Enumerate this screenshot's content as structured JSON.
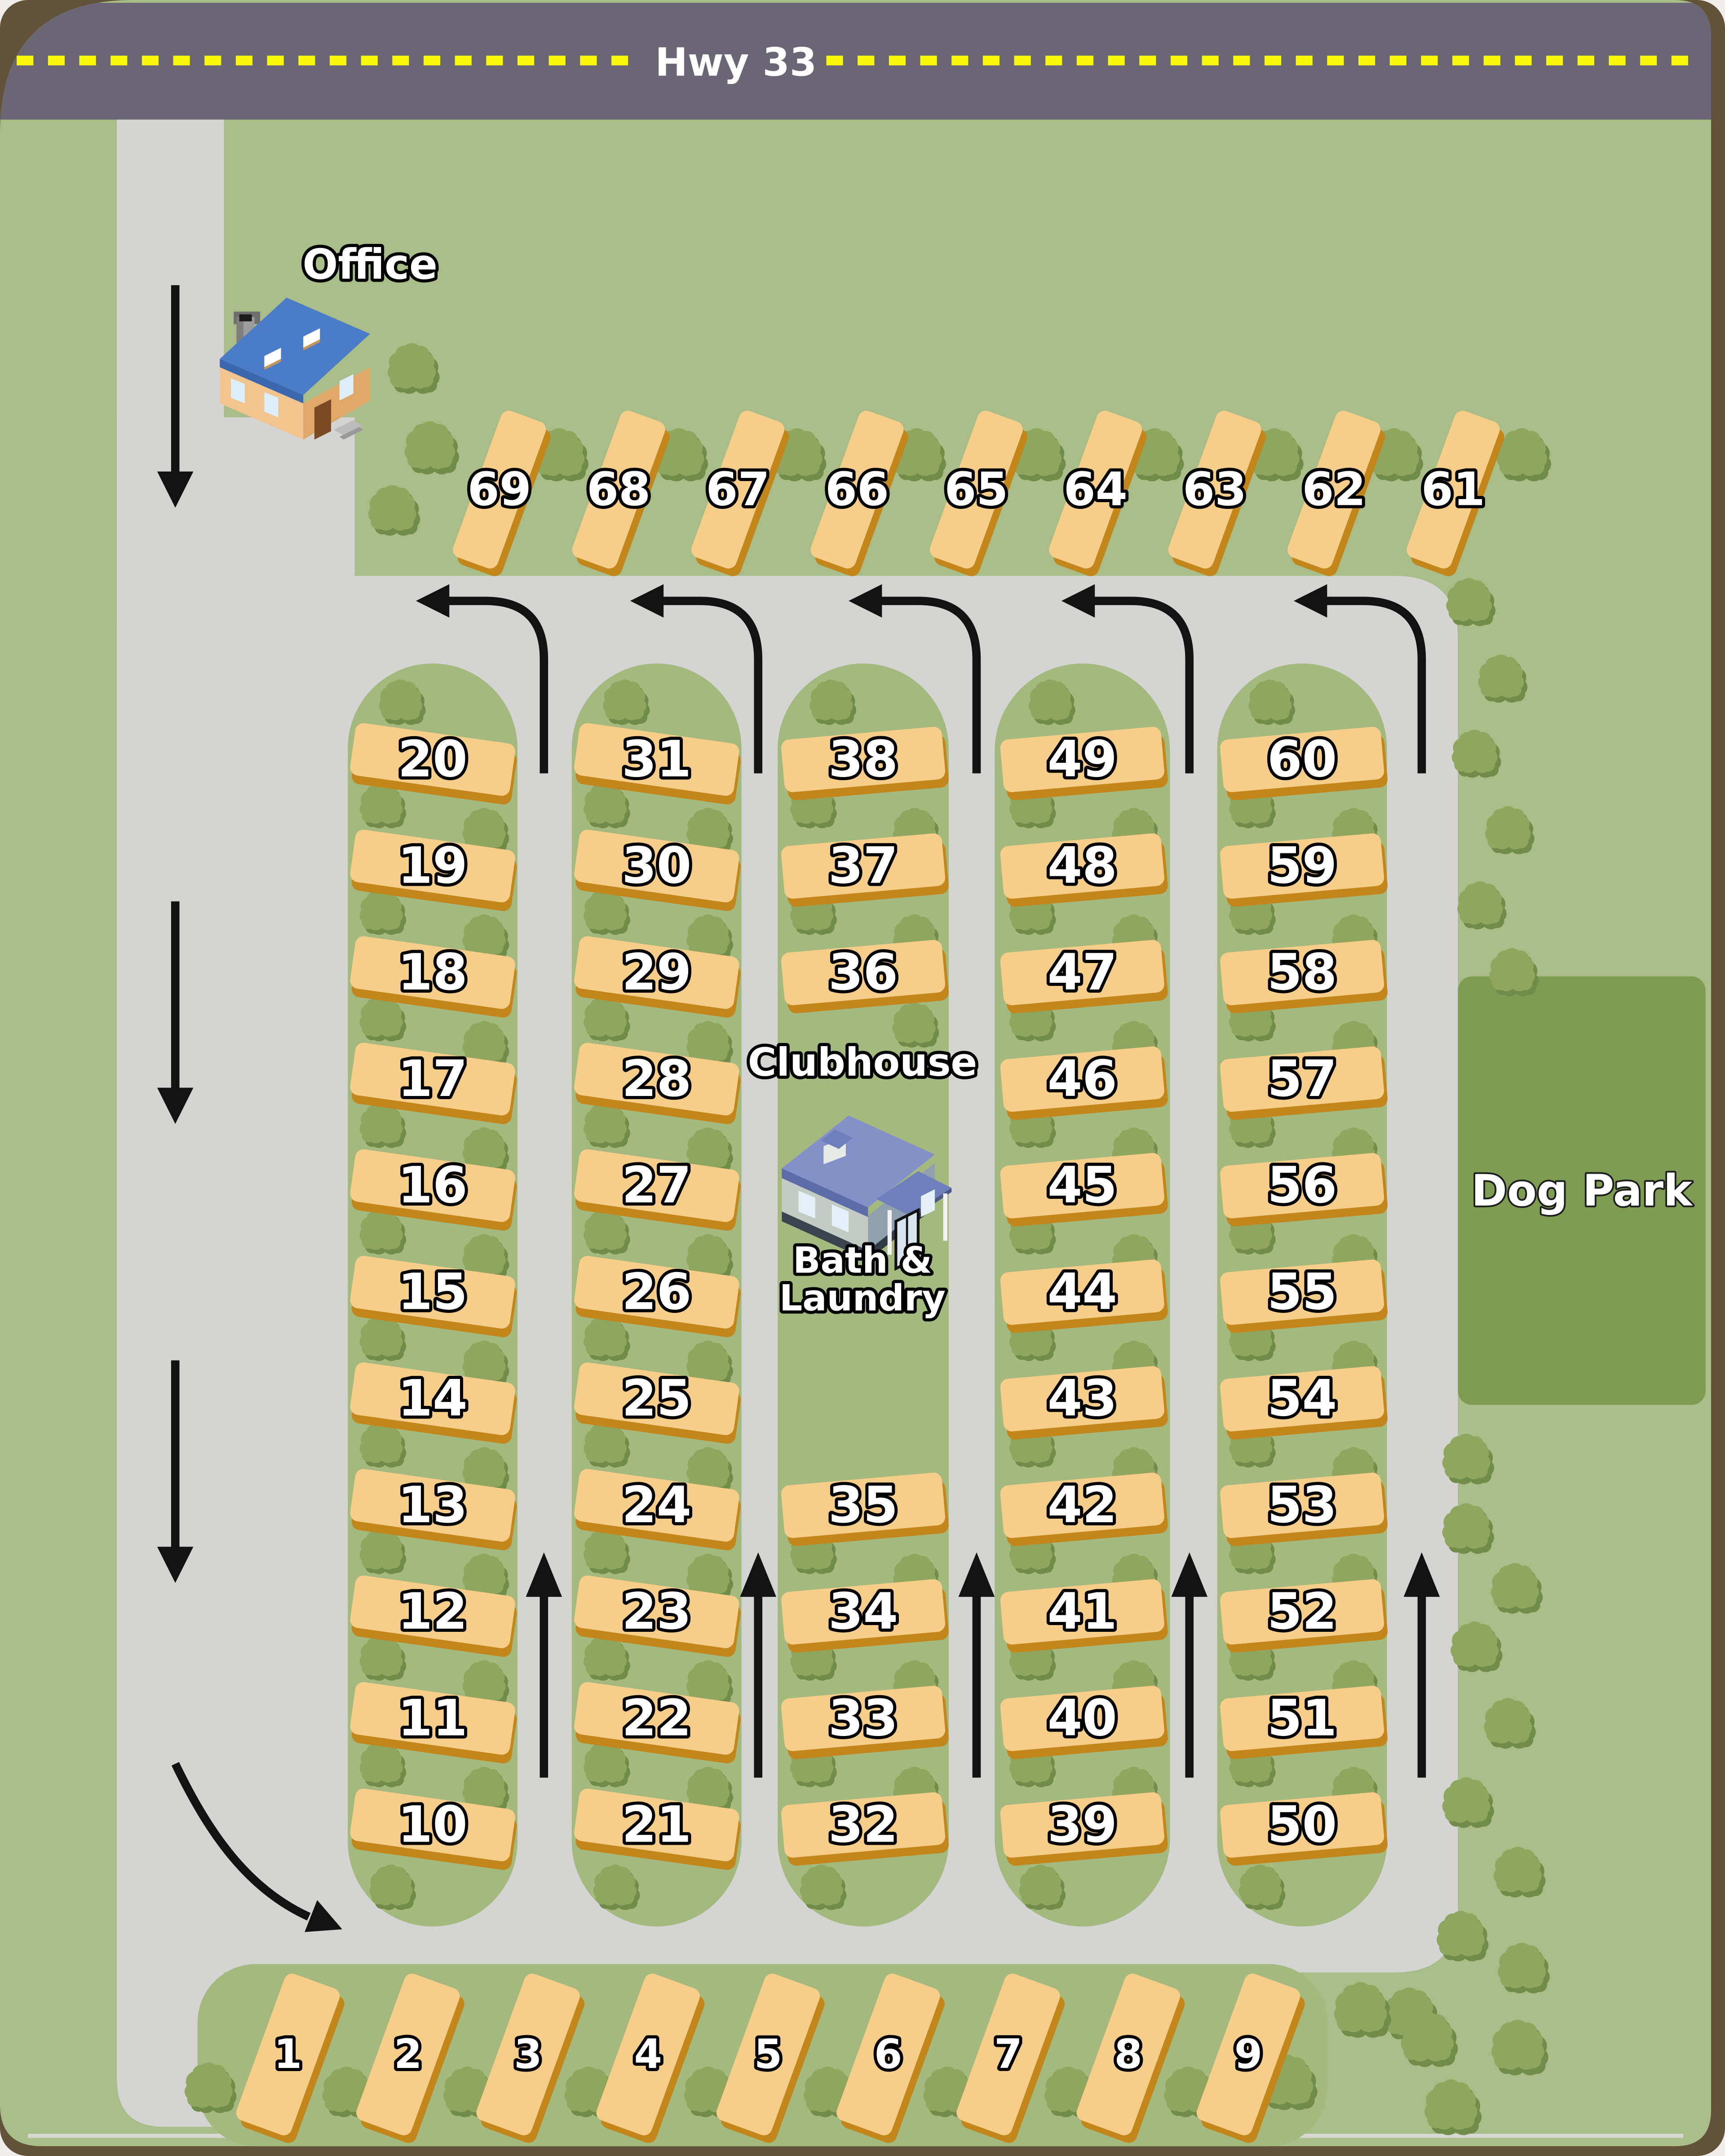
{
  "highway": {
    "label": "Hwy 33"
  },
  "office": {
    "label": "Office"
  },
  "clubhouse": {
    "label": "Clubhouse",
    "amenities_line1": "Bath &",
    "amenities_line2": "Laundry"
  },
  "dog_park": {
    "label": "Dog Park"
  },
  "sites": {
    "top_row": [
      "69",
      "68",
      "67",
      "66",
      "65",
      "64",
      "63",
      "62",
      "61"
    ],
    "column_1": [
      "20",
      "19",
      "18",
      "17",
      "16",
      "15",
      "14",
      "13",
      "12",
      "11",
      "10"
    ],
    "column_2": [
      "31",
      "30",
      "29",
      "28",
      "27",
      "26",
      "25",
      "24",
      "23",
      "22",
      "21"
    ],
    "column_3_upper": [
      "38",
      "37",
      "36"
    ],
    "column_3_lower": [
      "35",
      "34",
      "33",
      "32"
    ],
    "column_4": [
      "49",
      "48",
      "47",
      "46",
      "45",
      "44",
      "43",
      "42",
      "41",
      "40",
      "39"
    ],
    "column_5": [
      "60",
      "59",
      "58",
      "57",
      "56",
      "55",
      "54",
      "53",
      "52",
      "51",
      "50"
    ],
    "bottom_row": [
      "1",
      "2",
      "3",
      "4",
      "5",
      "6",
      "7",
      "8",
      "9"
    ]
  },
  "colors": {
    "base_green": "#a8bd88",
    "island_green": "#a3b97e",
    "road_gray": "#d4d4d2",
    "highway_gray": "#6a6673",
    "dash_yellow": "#f8f80a",
    "site_fill": "#f7cd8a",
    "site_shadow": "#c3861a",
    "dog_park_green": "#7d9b51",
    "bush_green": "#8ea65e",
    "bush_shadow": "#6f8c49",
    "frame_brown": "#63523a",
    "arrow_black": "#121212",
    "office_roof_blue": "#4b7cc8",
    "clubhouse_roof_blue": "#8391c8"
  }
}
